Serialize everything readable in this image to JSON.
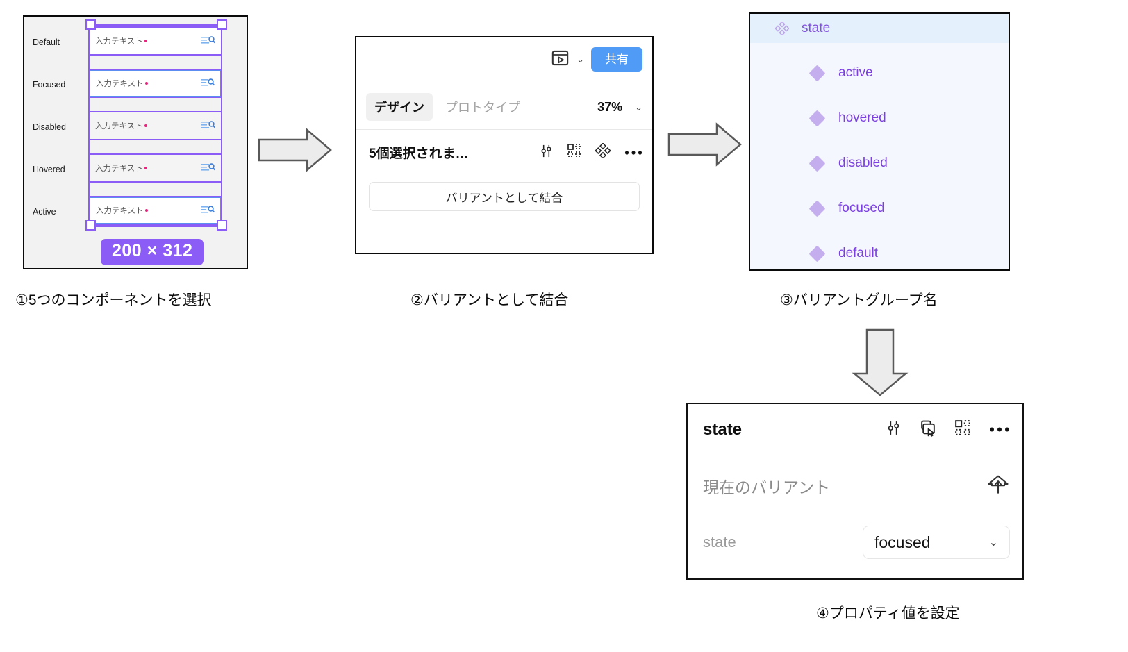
{
  "panel1": {
    "name": "component-selection-canvas",
    "size_badge": "200 × 312",
    "rows": [
      {
        "label": "Default",
        "text": "入力テキスト",
        "variant": "default"
      },
      {
        "label": "Focused",
        "text": "入力テキスト",
        "variant": "focused"
      },
      {
        "label": "Disabled",
        "text": "入力テキスト",
        "variant": "disabled"
      },
      {
        "label": "Hovered",
        "text": "入力テキスト",
        "variant": "hovered"
      },
      {
        "label": "Active",
        "text": "入力テキスト",
        "variant": "active"
      }
    ],
    "field_icon": "search-list-icon",
    "handle_icon": "resize-handle"
  },
  "panel2": {
    "name": "figma-design-rail",
    "present_icon": "present-play-icon",
    "present_caret": "⌄",
    "share_label": "共有",
    "tab_design": "デザイン",
    "tab_prototype": "プロトタイプ",
    "zoom_level": "37%",
    "zoom_caret": "⌄",
    "selection_title": "5個選択されま…",
    "icons": [
      "tune-sliders-icon",
      "component-grid-icon",
      "variant-diamonds-icon",
      "more-dots-icon"
    ],
    "combine_label": "バリアントとして結合"
  },
  "panel3": {
    "name": "layers-panel",
    "group_icon": "variant-diamonds-icon",
    "group_name": "state",
    "items": [
      {
        "icon": "variant-diamond-icon",
        "label": "active"
      },
      {
        "icon": "variant-diamond-icon",
        "label": "hovered"
      },
      {
        "icon": "variant-diamond-icon",
        "label": "disabled"
      },
      {
        "icon": "variant-diamond-icon",
        "label": "focused"
      },
      {
        "icon": "variant-diamond-icon",
        "label": "default"
      }
    ]
  },
  "panel4": {
    "name": "variant-property-panel",
    "title": "state",
    "icons": [
      "tune-sliders-icon",
      "swap-instance-icon",
      "component-grid-icon",
      "more-dots-icon"
    ],
    "subtitle": "現在のバリアント",
    "reset_icon": "reset-up-arrow-icon",
    "property_name": "state",
    "property_value": "focused",
    "property_caret": "⌄"
  },
  "captions": {
    "step1": "①5つのコンポーネントを選択",
    "step2": "②バリアントとして結合",
    "step3": "③バリアントグループ名",
    "step4": "④プロパティ値を設定"
  },
  "colors": {
    "purple": "#8B5CF6",
    "blue_focus": "#5b8ef0",
    "share_blue": "#4f9bf5",
    "layer_purple": "#8250df",
    "layer_group_bg": "#e4f0fb",
    "layer_bg": "#f4f8fe",
    "arrow_fill": "#ececec",
    "arrow_stroke": "#595959"
  },
  "arrows": {
    "arrow1": "right-arrow",
    "arrow2": "right-arrow",
    "arrow3": "down-arrow"
  }
}
